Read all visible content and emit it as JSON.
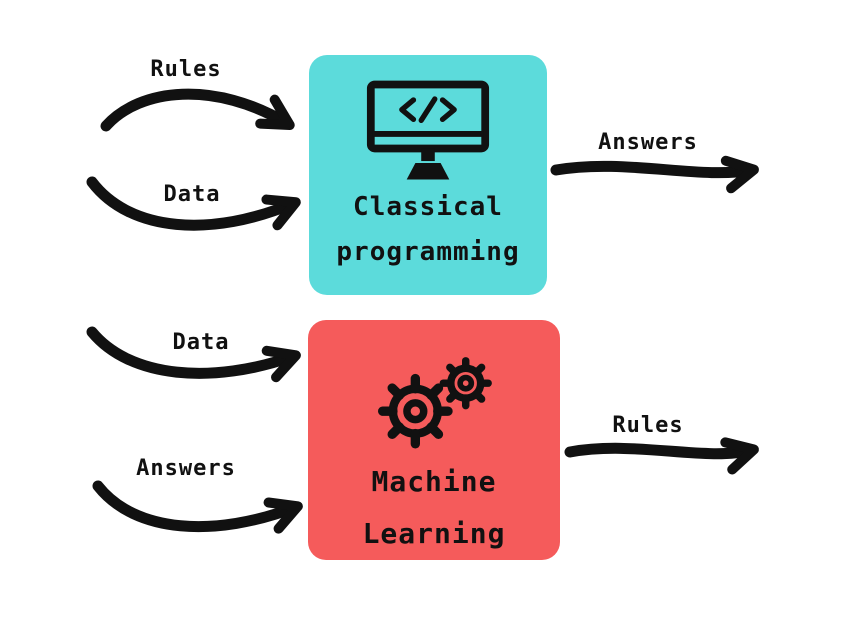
{
  "diagram": {
    "background_color": "#FFFFFF",
    "arrow_color": "#111111",
    "text_color": "#111111",
    "boxes": {
      "classical": {
        "line1": "Classical",
        "line2": "programming",
        "color": "#5CDBDB",
        "icon": "monitor-code-icon"
      },
      "ml": {
        "line1": "Machine",
        "line2": "Learning",
        "color": "#F55B5B",
        "icon": "gears-icon"
      }
    },
    "labels": {
      "classical_input_top": "Rules",
      "classical_input_bottom": "Data",
      "classical_output": "Answers",
      "ml_input_top": "Data",
      "ml_input_bottom": "Answers",
      "ml_output": "Rules"
    }
  }
}
